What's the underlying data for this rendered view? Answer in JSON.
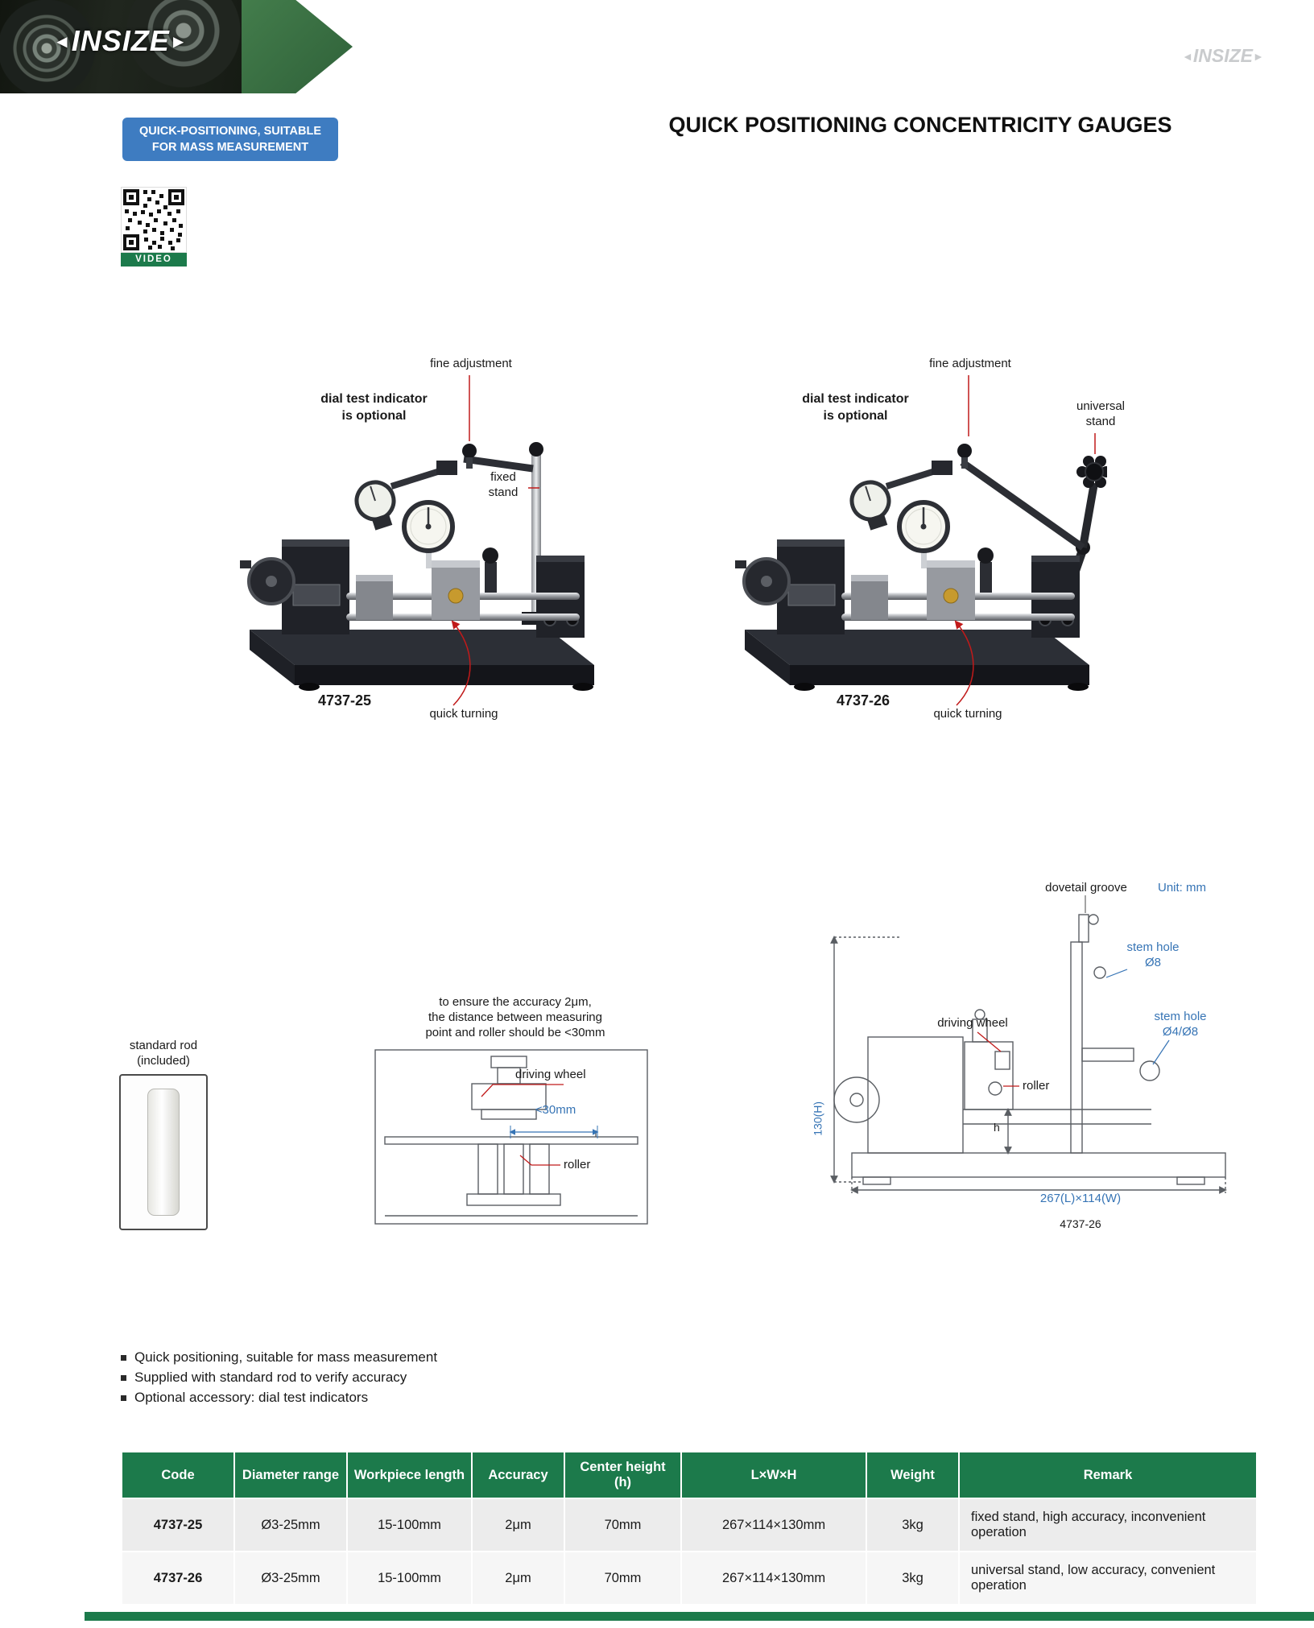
{
  "colors": {
    "green": "#1c7a4b",
    "badge_blue": "#3e7cc1",
    "annotation_blue": "#3674b5",
    "annotation_red": "#c11a1a",
    "row_stripe": "#ececec"
  },
  "brand": {
    "logo_text": "INSIZE",
    "watermark_text": "INSIZE"
  },
  "badge": {
    "line1": "QUICK-POSITIONING, SUITABLE",
    "line2": "FOR MASS MEASUREMENT"
  },
  "page_title": "QUICK POSITIONING CONCENTRICITY GAUGES",
  "video_label": "VIDEO",
  "figures": {
    "left": {
      "code": "4737-25",
      "fine_adjustment": "fine adjustment",
      "dial_note_line1": "dial test indicator",
      "dial_note_line2": "is optional",
      "stand_line1": "fixed",
      "stand_line2": "stand",
      "quick_turning": "quick turning"
    },
    "right": {
      "code": "4737-26",
      "fine_adjustment": "fine adjustment",
      "dial_note_line1": "dial test indicator",
      "dial_note_line2": "is optional",
      "stand_line1": "universal",
      "stand_line2": "stand",
      "quick_turning": "quick turning"
    }
  },
  "standard_rod": {
    "line1": "standard rod",
    "line2": "(included)"
  },
  "accuracy_note": {
    "line1": "to ensure the accuracy 2μm,",
    "line2": "the distance between measuring",
    "line3": "point and roller should be <30mm"
  },
  "diagram_front": {
    "driving_wheel": "driving wheel",
    "distance": "<30mm",
    "roller": "roller"
  },
  "diagram_side": {
    "dovetail": "dovetail groove",
    "unit": "Unit: mm",
    "stem_hole_top_line1": "stem hole",
    "stem_hole_top_line2": "Ø8",
    "driving_wheel": "driving wheel",
    "stem_hole_right_line1": "stem hole",
    "stem_hole_right_line2": "Ø4/Ø8",
    "roller": "roller",
    "height_dim": "130(H)",
    "h_dim": "h",
    "base_dim": "267(L)×114(W)",
    "model": "4737-26"
  },
  "features": [
    "Quick positioning, suitable for mass measurement",
    "Supplied with standard rod to verify accuracy",
    "Optional accessory: dial test indicators"
  ],
  "table": {
    "columns": [
      "Code",
      "Diameter range",
      "Workpiece length",
      "Accuracy",
      "Center height (h)",
      "L×W×H",
      "Weight",
      "Remark"
    ],
    "rows": [
      {
        "code": "4737-25",
        "diameter": "Ø3-25mm",
        "length": "15-100mm",
        "accuracy": "2μm",
        "center_height": "70mm",
        "lwh": "267×114×130mm",
        "weight": "3kg",
        "remark": "fixed stand, high accuracy, inconvenient operation"
      },
      {
        "code": "4737-26",
        "diameter": "Ø3-25mm",
        "length": "15-100mm",
        "accuracy": "2μm",
        "center_height": "70mm",
        "lwh": "267×114×130mm",
        "weight": "3kg",
        "remark": "universal stand, low accuracy, convenient operation"
      }
    ]
  }
}
